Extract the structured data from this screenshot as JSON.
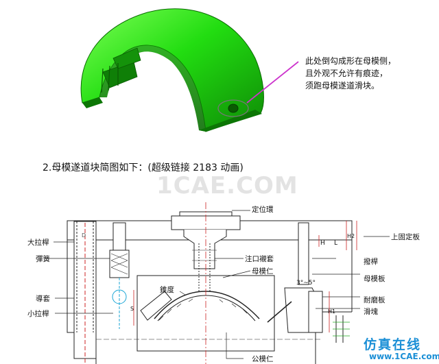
{
  "note": {
    "line1": "此处倒勾成形在母模侧，",
    "line2": "且外观不允许有痕迹，",
    "line3": "须跑母模遂道滑块。"
  },
  "heading": "2.母模遂道块简图如下：(超级链接 2183 动画)",
  "watermark": "1CAE.COM",
  "labels": {
    "locating_ring": "定位環",
    "big_pull_rod": "大拉桿",
    "spring": "彈簧",
    "guide_bush": "導套",
    "small_pull_rod": "小拉桿",
    "sprue_bush": "注口襯套",
    "cavity_insert": "母模仁",
    "taper": "錐度",
    "angle": "3°~5°",
    "top_plate": "上固定板",
    "lever_rod": "撥桿",
    "cavity_plate": "母模板",
    "wear_plate": "耐磨板",
    "slider": "滑塊",
    "core_insert": "公模仁",
    "dim_l": "L",
    "dim_h": "H",
    "dim_h1": "H1",
    "dim_h2": "H2",
    "dim_s": "S",
    "dim_d": "D"
  },
  "brand": {
    "name": "仿真在线",
    "site": "www.1CAE.com"
  },
  "colors": {
    "part_green": "#22dd11",
    "leader_magenta": "#cc33cc",
    "dim_red": "#cc2222",
    "brand_blue": "#1b8fd6"
  }
}
